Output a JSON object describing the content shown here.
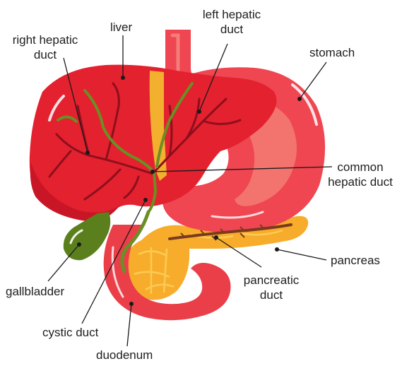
{
  "labels": {
    "liver": "liver",
    "left_hepatic_duct": [
      "left hepatic",
      "duct"
    ],
    "right_hepatic_duct": [
      "right hepatic",
      "duct"
    ],
    "stomach": "stomach",
    "common_hepatic_duct": [
      "common",
      "hepatic duct"
    ],
    "pancreas": "pancreas",
    "pancreatic_duct": [
      "pancreatic",
      "duct"
    ],
    "gallbladder": "gallbladder",
    "cystic_duct": "cystic duct",
    "duodenum": "duodenum"
  },
  "colors": {
    "liver": "#e3212f",
    "liver_shadow": "#c91626",
    "stomach": "#ef4651",
    "stomach_highlight": "#f3736e",
    "esophagus": "#ef4651",
    "duodenum": "#ea3f49",
    "pancreas": "#f7ad2b",
    "pancreas_light": "#fbcb55",
    "bile_duct": "#6a8f24",
    "vessels": "#8e0f1c",
    "gallbladder": "#5b7f1d",
    "leader": "#1a1a1a"
  }
}
